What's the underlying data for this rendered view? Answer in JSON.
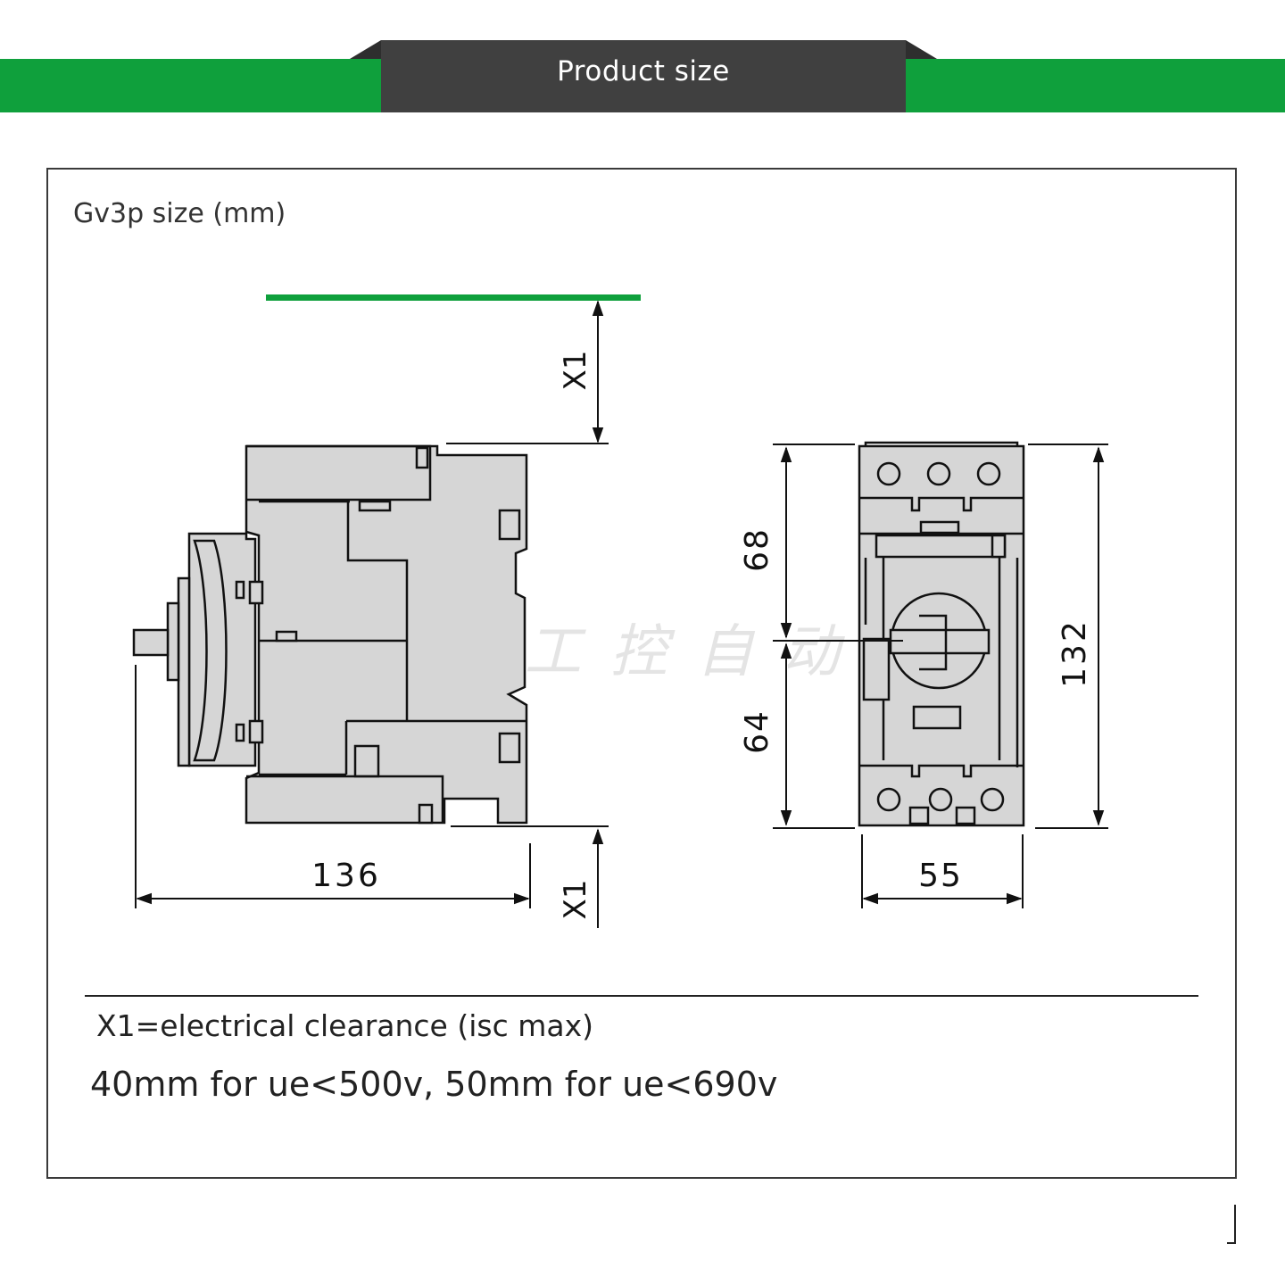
{
  "header": {
    "title": "Product size",
    "accent_color": "#0fa03c",
    "tab_color": "#404040"
  },
  "figure": {
    "caption": "Gv3p size (mm)",
    "watermark": "光 宝 工 控 自 动 化",
    "side_view": {
      "width_label": "136",
      "clearance_top_label": "X1",
      "clearance_bottom_label": "X1"
    },
    "front_view": {
      "upper_label": "68",
      "lower_label": "64",
      "height_label": "132",
      "width_label": "55"
    },
    "body_color": "#d6d6d6",
    "line_color": "#111111"
  },
  "notes": {
    "line1": "X1=electrical clearance (isc max)",
    "line2": "40mm for ue<500v, 50mm for ue<690v"
  }
}
